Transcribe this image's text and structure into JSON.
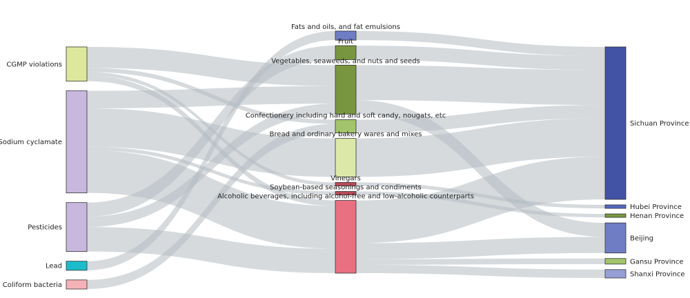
{
  "chart_data": {
    "type": "sankey",
    "nodes": {
      "hazards": [
        {
          "id": "cgmp",
          "label": "CGMP violations",
          "color": "#dde89c"
        },
        {
          "id": "sodium",
          "label": "Sodium cyclamate",
          "color": "#c8b8de"
        },
        {
          "id": "pesticides",
          "label": "Pesticides",
          "color": "#c8b8de"
        },
        {
          "id": "lead",
          "label": "Lead",
          "color": "#1bbccb"
        },
        {
          "id": "coliform",
          "label": "Coliform bacteria",
          "color": "#f4b2b7"
        }
      ],
      "foods": [
        {
          "id": "fats",
          "label": "Fats and oils, and fat emulsions",
          "color": "#6f7dc4"
        },
        {
          "id": "fruit",
          "label": "Fruit",
          "color": "#78963f"
        },
        {
          "id": "veg",
          "label": "Vegetables, seaweeds, and nuts and seeds",
          "color": "#78963f"
        },
        {
          "id": "confect",
          "label": "Confectionery including hard and soft candy, nougats, etc",
          "color": "#a3c46b"
        },
        {
          "id": "bread",
          "label": "Bread and ordinary bakery wares and mixes",
          "color": "#dce8a8"
        },
        {
          "id": "vinegar",
          "label": "Vinegars",
          "color": "#b94b5a"
        },
        {
          "id": "soy",
          "label": "Soybean-based seasonings and condiments",
          "color": "#b94b5a"
        },
        {
          "id": "alcohol",
          "label": "Alcoholic beverages, including alcohol-free and low-alcoholic counterparts",
          "color": "#e87081"
        }
      ],
      "regions": [
        {
          "id": "sichuan",
          "label": "Sichuan Province",
          "color": "#4252a5"
        },
        {
          "id": "hubei",
          "label": "Hubei Province",
          "color": "#5468bf"
        },
        {
          "id": "henan",
          "label": "Henan Province",
          "color": "#78963f"
        },
        {
          "id": "beijing",
          "label": "Beijing",
          "color": "#6f7dc4"
        },
        {
          "id": "gansu",
          "label": "Gansu Province",
          "color": "#a3c46b"
        },
        {
          "id": "shanxi",
          "label": "Shanxi Province",
          "color": "#969fd6"
        }
      ]
    },
    "flows_hazard_to_food": [
      [
        "cgmp",
        "veg",
        30
      ],
      [
        "cgmp",
        "confect",
        6
      ],
      [
        "cgmp",
        "vinegar",
        5
      ],
      [
        "cgmp",
        "alcohol",
        8
      ],
      [
        "sodium",
        "veg",
        25
      ],
      [
        "sodium",
        "bread",
        55
      ],
      [
        "sodium",
        "soy",
        5
      ],
      [
        "sodium",
        "alcohol",
        61
      ],
      [
        "pesticides",
        "fruit",
        20
      ],
      [
        "pesticides",
        "veg",
        15
      ],
      [
        "pesticides",
        "alcohol",
        35
      ],
      [
        "lead",
        "fats",
        13
      ],
      [
        "coliform",
        "confect",
        13
      ]
    ],
    "flows_food_to_region": [
      [
        "fats",
        "sichuan",
        13
      ],
      [
        "fruit",
        "sichuan",
        20
      ],
      [
        "veg",
        "sichuan",
        50
      ],
      [
        "veg",
        "beijing",
        20
      ],
      [
        "confect",
        "sichuan",
        19
      ],
      [
        "bread",
        "sichuan",
        55
      ],
      [
        "vinegar",
        "hubei",
        5
      ],
      [
        "soy",
        "henan",
        5
      ],
      [
        "alcohol",
        "sichuan",
        61
      ],
      [
        "alcohol",
        "beijing",
        23
      ],
      [
        "alcohol",
        "gansu",
        8
      ],
      [
        "alcohol",
        "shanxi",
        12
      ]
    ]
  }
}
